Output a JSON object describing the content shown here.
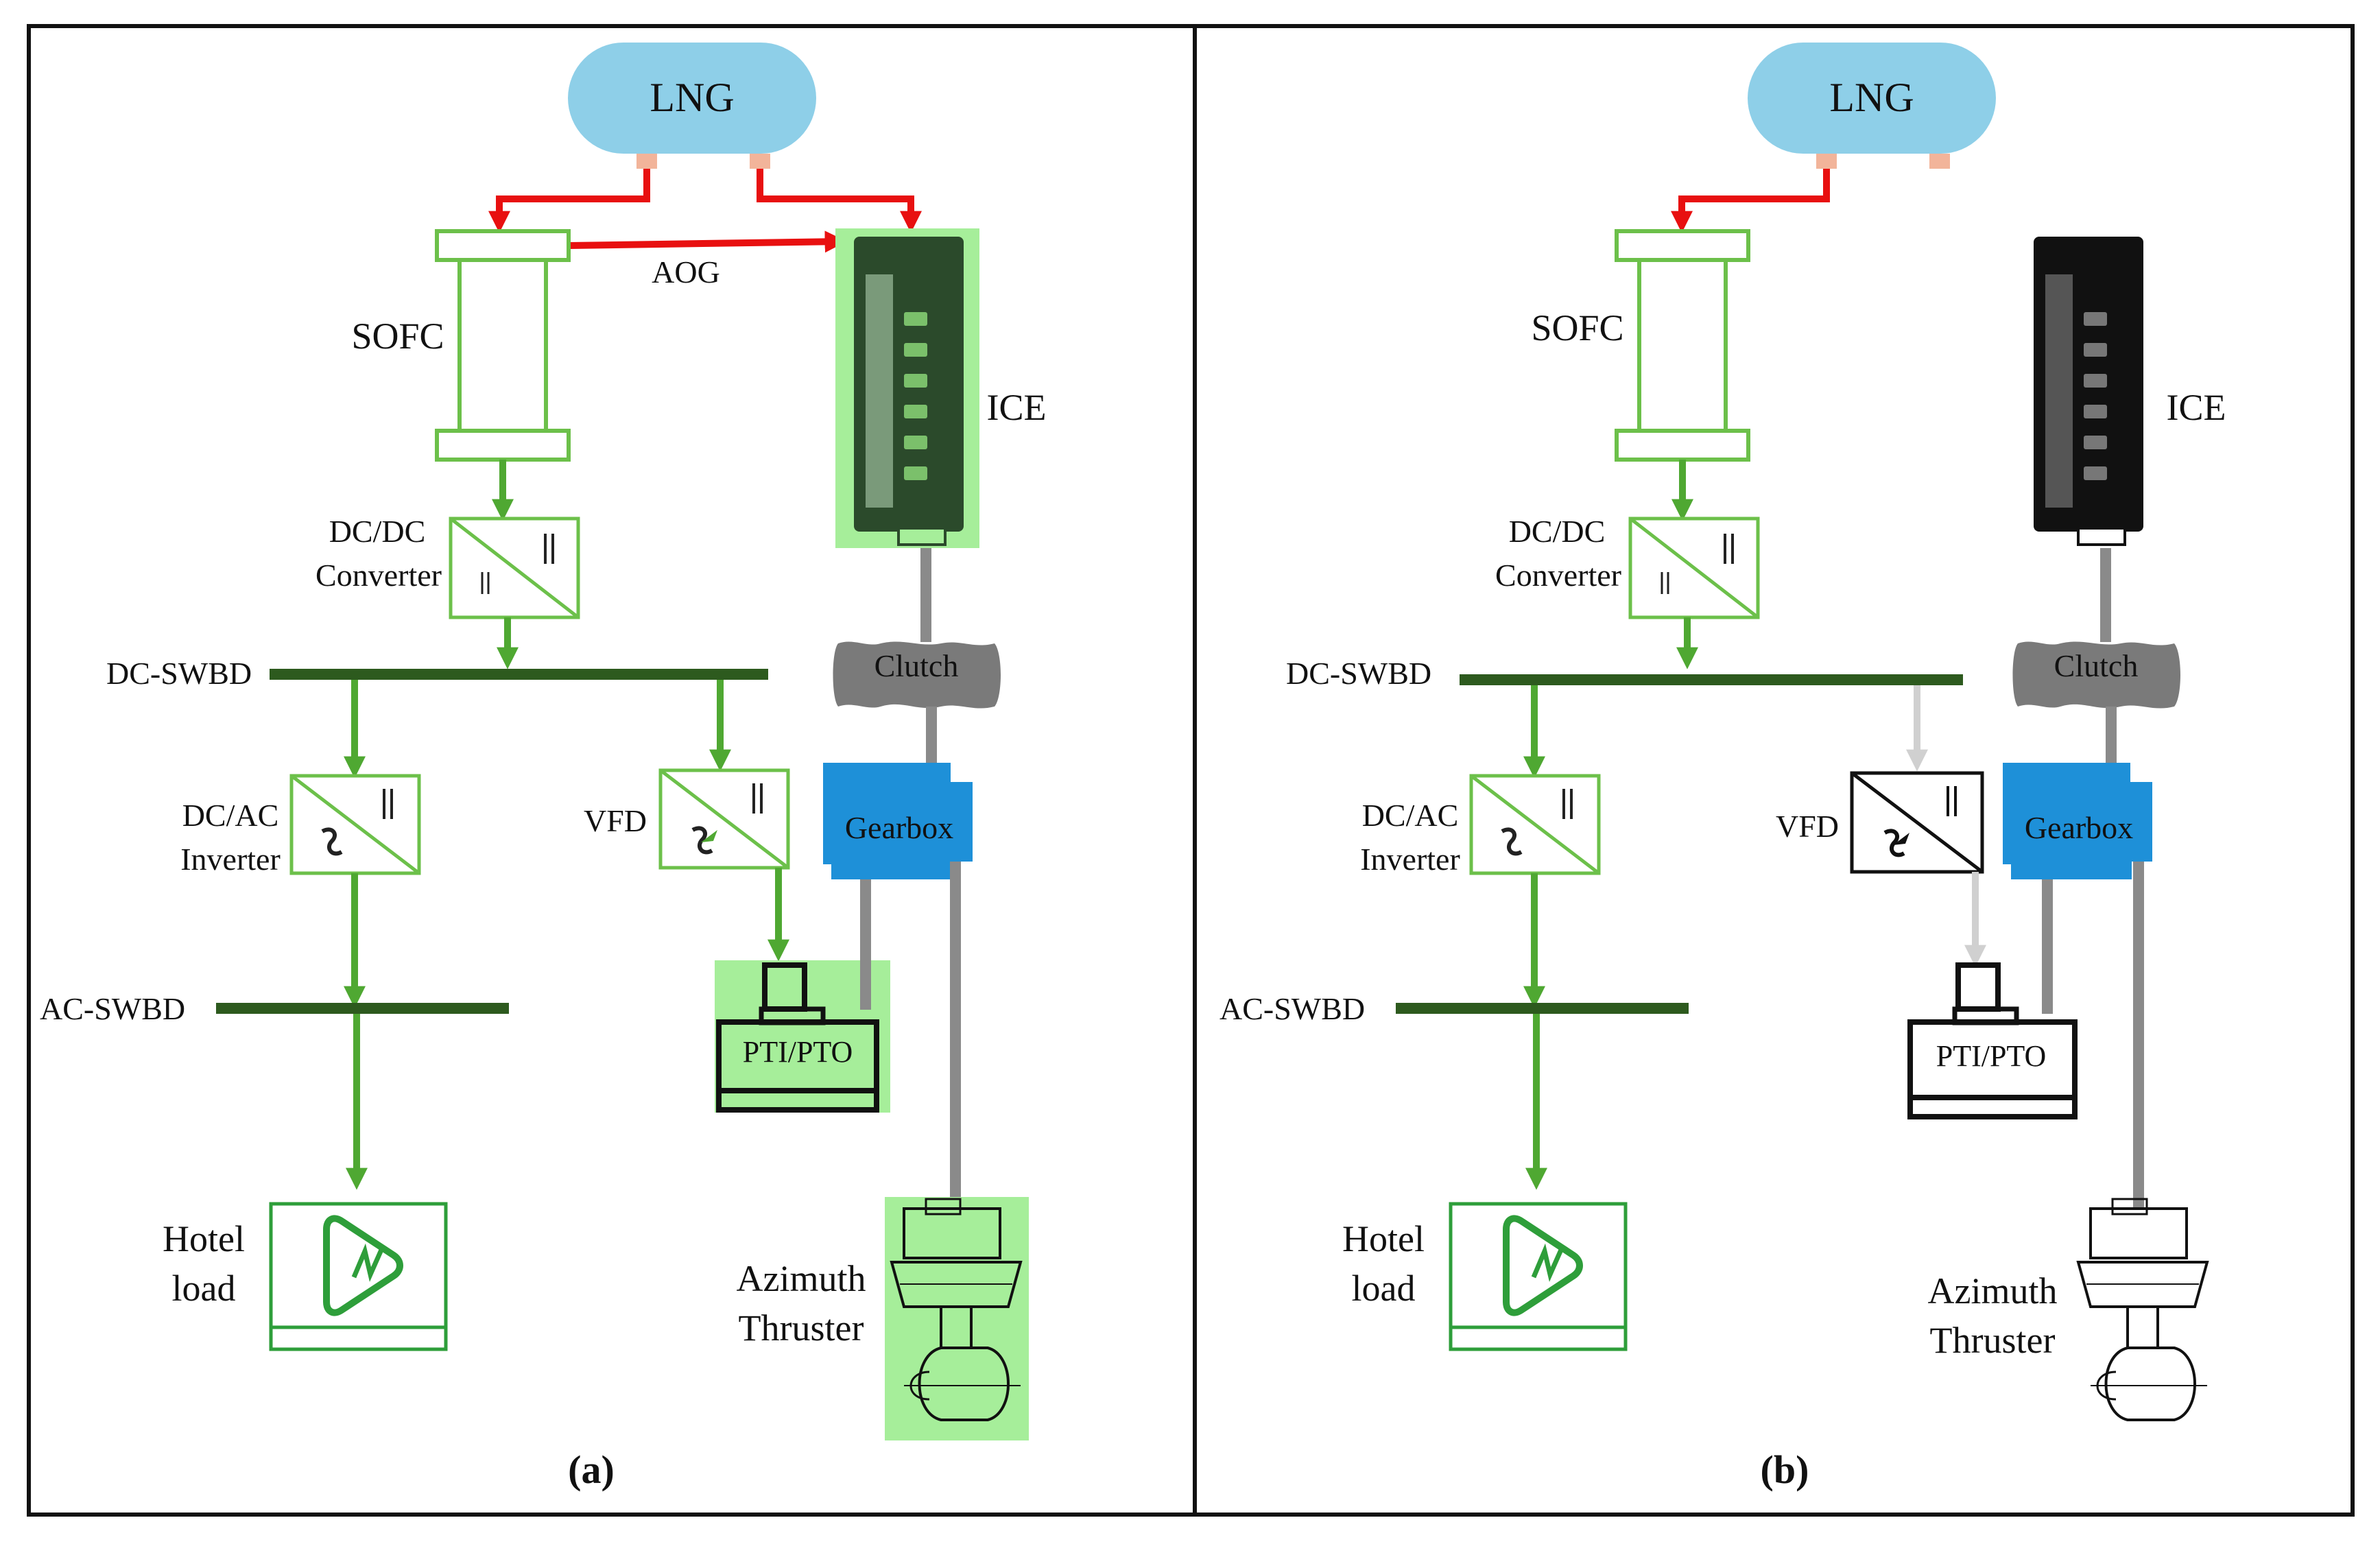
{
  "panels": [
    {
      "id": "a",
      "caption": "(a)",
      "lng": "LNG",
      "sofc": "SOFC",
      "aog": "AOG",
      "ice": "ICE",
      "dcdc_line1": "DC/DC",
      "dcdc_line2": "Converter",
      "dc_swbd": "DC-SWBD",
      "clutch": "Clutch",
      "gearbox": "Gearbox",
      "dcac_line1": "DC/AC",
      "dcac_line2": "Inverter",
      "vfd": "VFD",
      "ac_swbd": "AC-SWBD",
      "pti_pto": "PTI/PTO",
      "hotel_line1": "Hotel",
      "hotel_line2": "load",
      "azimuth_line1": "Azimuth",
      "azimuth_line2": "Thruster"
    },
    {
      "id": "b",
      "caption": "(b)",
      "lng": "LNG",
      "sofc": "SOFC",
      "ice": "ICE",
      "dcdc_line1": "DC/DC",
      "dcdc_line2": "Converter",
      "dc_swbd": "DC-SWBD",
      "clutch": "Clutch",
      "gearbox": "Gearbox",
      "dcac_line1": "DC/AC",
      "dcac_line2": "Inverter",
      "vfd": "VFD",
      "ac_swbd": "AC-SWBD",
      "pti_pto": "PTI/PTO",
      "hotel_line1": "Hotel",
      "hotel_line2": "load",
      "azimuth_line1": "Azimuth",
      "azimuth_line2": "Thruster"
    }
  ],
  "colors": {
    "gas_flow": "#e81010",
    "electric_flow": "#4fa832",
    "bus": "#2d5a1e",
    "shaft": "#8a8a8a",
    "lng_tank": "#8ecfe8",
    "gearbox": "#1e90d8",
    "clutch": "#7a7a7a",
    "active_highlight": "#a6ee9a",
    "inactive_flow": "#d0d0d0",
    "port": "#f2b49a"
  }
}
